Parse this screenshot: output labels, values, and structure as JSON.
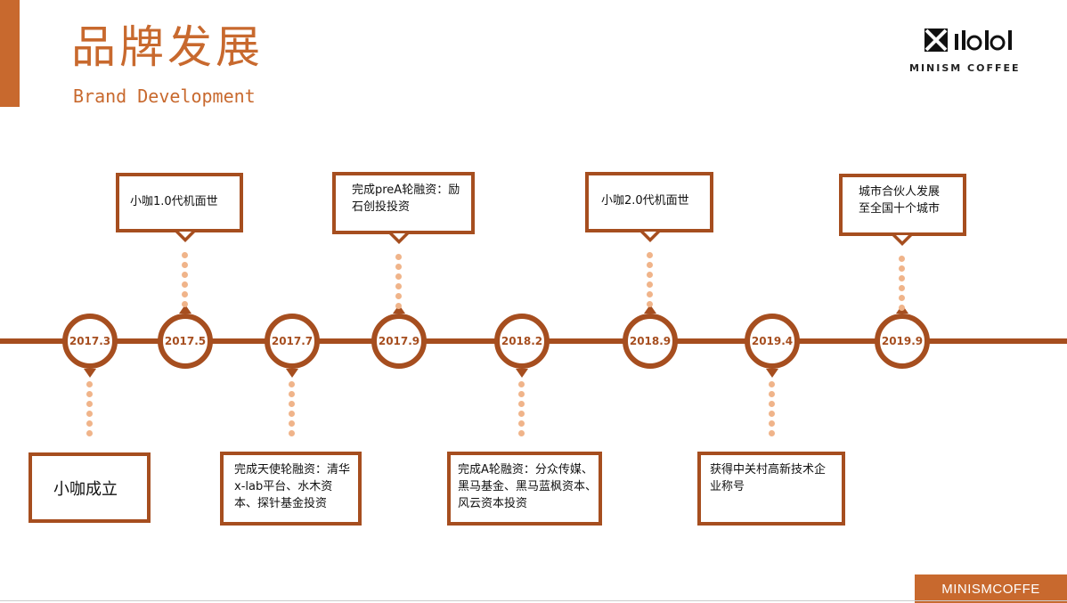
{
  "header": {
    "title_cn": "品牌发展",
    "title_en": "Brand Development",
    "logo_text": "MINISM COFFEE"
  },
  "colors": {
    "accent": "#c8692e",
    "line": "#a64e1f",
    "dots": "#f0b48a"
  },
  "timeline": [
    {
      "date": "2017.3",
      "event": "小咖成立",
      "side": "below"
    },
    {
      "date": "2017.5",
      "event": "小咖1.0代机面世",
      "side": "above"
    },
    {
      "date": "2017.7",
      "event": "完成天使轮融资：清华x-lab平台、水木资本、探针基金投资",
      "side": "below"
    },
    {
      "date": "2017.9",
      "event": "完成preA轮融资：励石创投投资",
      "side": "above"
    },
    {
      "date": "2018.2",
      "event": "完成A轮融资：分众传媒、黑马基金、黑马蓝枫资本、风云资本投资",
      "side": "below"
    },
    {
      "date": "2018.9",
      "event": "小咖2.0代机面世",
      "side": "above"
    },
    {
      "date": "2019.4",
      "event": "获得中关村高新技术企业称号",
      "side": "below"
    },
    {
      "date": "2019.9",
      "event": "城市合伙人发展至全国十个城市",
      "side": "above"
    }
  ],
  "footer": {
    "badge": "MINISMCOFFE"
  }
}
